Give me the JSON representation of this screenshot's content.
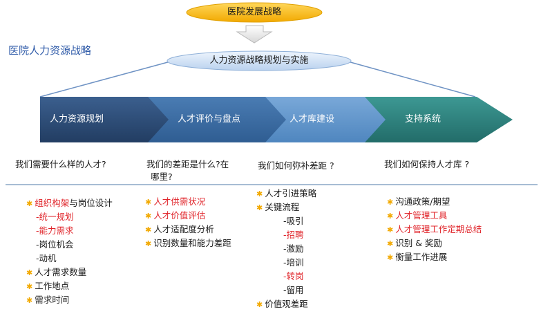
{
  "top_strategy": "医院发展战略",
  "subtitle": "人力资源战略规划与实施",
  "side_title": "医院人力资源战略",
  "stages": [
    "人力资源规划",
    "人才评价与盘点",
    "人才库建设",
    "支持系统"
  ],
  "questions": [
    "我们需要什么样的人才?",
    "我们的差距是什么?在",
    "哪里?",
    "我们如何弥补差距 ?",
    "我们如何保持人才库 ?"
  ],
  "bullet_symbol": "✱",
  "col1": {
    "first_red": "组织构架",
    "first_rest": "与岗位设计",
    "items": [
      "-统一规划",
      "-能力需求",
      "-岗位机会",
      "-动机",
      "人才需求数量",
      "工作地点",
      "需求时间"
    ]
  },
  "col2": [
    "人才供需状况",
    "人才价值评估",
    "人才适配度分析",
    "识别数量和能力差距"
  ],
  "col3": [
    "人才引进策略",
    "关键流程",
    "-吸引",
    "-招聘",
    "-激励",
    "-培训",
    "-转岗",
    "-留用",
    "价值观差距"
  ],
  "col4": [
    "沟通政策/期望",
    "人才管理工具",
    "人才管理工作定期总结",
    "识别 & 奖励",
    "衡量工作进展"
  ],
  "colors": {
    "oval_top": "#f6b400",
    "oval_sub": "#c9dcf2",
    "stage1": "#2f4f7a",
    "stage2": "#3a6aa0",
    "stage3": "#5f93c8",
    "stage4": "#2e7f7c",
    "highlight_red": "#e0242a",
    "bullet": "#f2a900",
    "divider": "#8aa6c6"
  }
}
